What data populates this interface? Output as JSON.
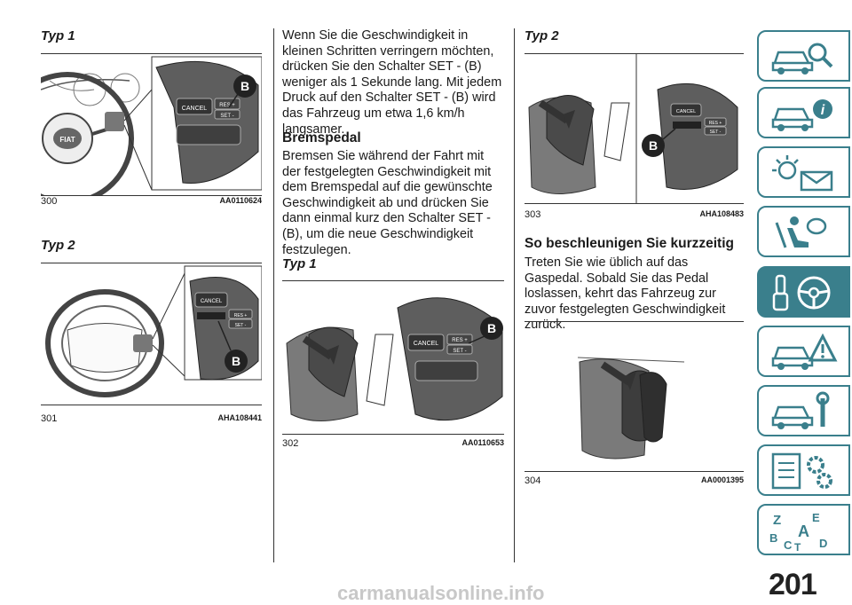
{
  "col1": {
    "typ1": "Typ 1",
    "fig300": {
      "num": "300",
      "code": "AA0110624",
      "logo": "FIAT",
      "cancel": "CANCEL",
      "res": "RES +",
      "set": "SET -",
      "label": "B"
    },
    "typ2": "Typ 2",
    "fig301": {
      "num": "301",
      "code": "AHA108441",
      "cancel": "CANCEL",
      "res": "RES +",
      "set": "SET -",
      "label": "B"
    }
  },
  "col2": {
    "para1": "Wenn Sie die Geschwindigkeit in kleinen Schritten verringern möchten, drücken Sie den Schalter SET - (B) weniger als 1 Sekunde lang. Mit jedem Druck auf den Schalter SET - (B) wird das Fahrzeug um etwa 1,6 km/h langsamer.",
    "heading": "Bremspedal",
    "para2": "Bremsen Sie während der Fahrt mit der festgelegten Geschwindigkeit mit dem Bremspedal auf die gewünschte Geschwindigkeit ab und drücken Sie dann einmal kurz den Schalter SET - (B), um die neue Geschwindigkeit festzulegen.",
    "typ1": "Typ 1",
    "fig302": {
      "num": "302",
      "code": "AA0110653",
      "cancel": "CANCEL",
      "res": "RES +",
      "set": "SET -",
      "label": "B"
    }
  },
  "col3": {
    "typ2": "Typ 2",
    "fig303": {
      "num": "303",
      "code": "AHA108483",
      "cancel": "CANCEL",
      "res": "RES +",
      "set": "SET -",
      "label": "B"
    },
    "heading": "So beschleunigen Sie kurzzeitig",
    "para": "Treten Sie wie üblich auf das Gaspedal. Sobald Sie das Pedal loslassen, kehrt das Fahrzeug zur zuvor festgelegten Geschwindigkeit zurück.",
    "fig304": {
      "num": "304",
      "code": "AA0001395"
    }
  },
  "tabs": [
    {
      "icon": "car-search-icon"
    },
    {
      "icon": "car-info-icon"
    },
    {
      "icon": "warning-lights-icon"
    },
    {
      "icon": "airbag-seat-icon"
    },
    {
      "icon": "key-steering-wheel-icon"
    },
    {
      "icon": "car-warning-triangle-icon"
    },
    {
      "icon": "car-wrench-icon"
    },
    {
      "icon": "specifications-gears-icon"
    },
    {
      "icon": "alphabetical-index-icon",
      "letters": [
        "Z",
        "E",
        "A",
        "B",
        "C",
        "D",
        "T"
      ]
    }
  ],
  "page_number": "201",
  "watermark": "carmanualsonline.info",
  "colors": {
    "tab_accent": "#3a7f8c"
  }
}
